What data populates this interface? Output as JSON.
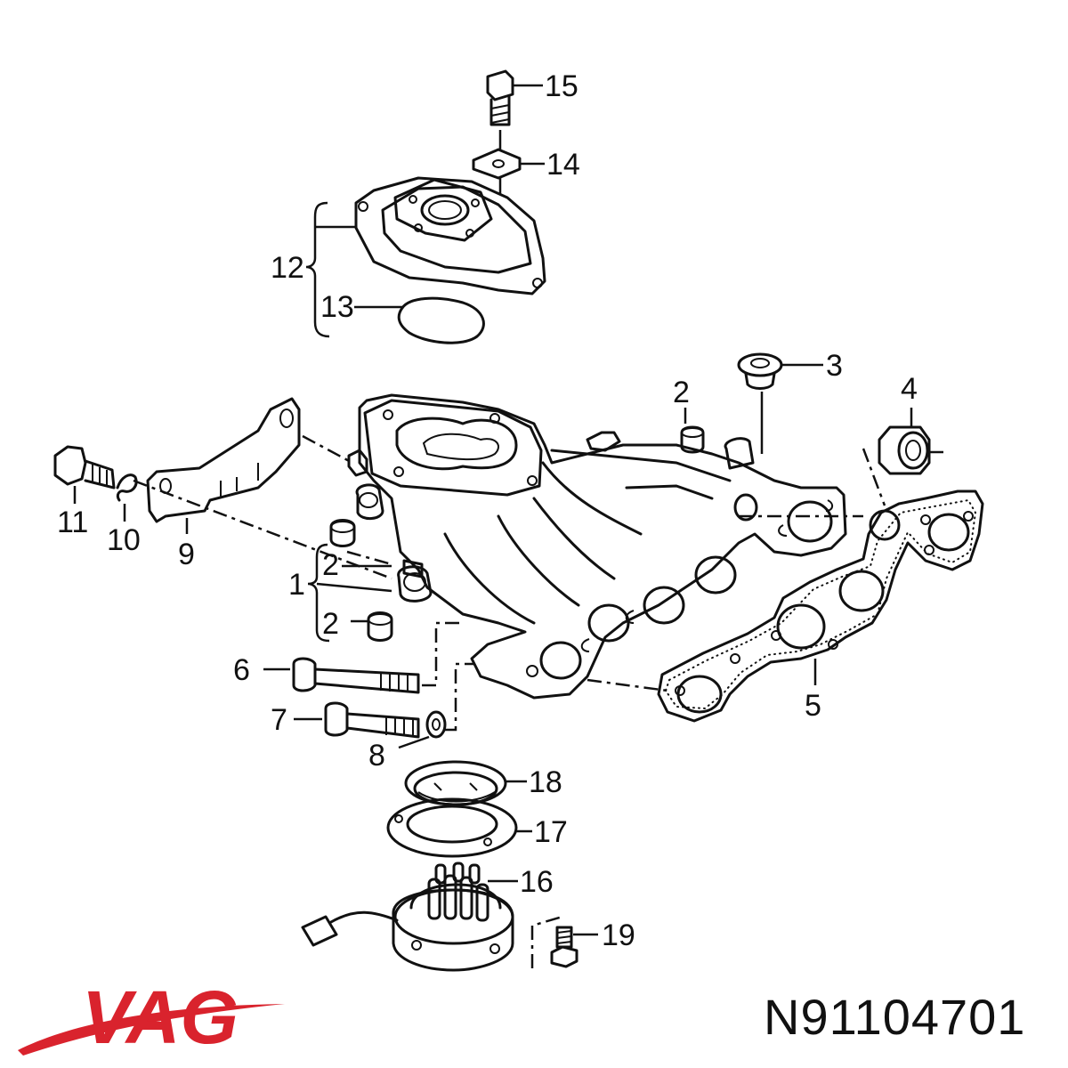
{
  "diagram": {
    "callouts": [
      {
        "id": "15",
        "label": "15"
      },
      {
        "id": "14",
        "label": "14"
      },
      {
        "id": "12",
        "label": "12"
      },
      {
        "id": "13",
        "label": "13"
      },
      {
        "id": "3",
        "label": "3"
      },
      {
        "id": "2a",
        "label": "2"
      },
      {
        "id": "4",
        "label": "4"
      },
      {
        "id": "11",
        "label": "11"
      },
      {
        "id": "10",
        "label": "10"
      },
      {
        "id": "9",
        "label": "9"
      },
      {
        "id": "2b",
        "label": "2"
      },
      {
        "id": "1",
        "label": "1"
      },
      {
        "id": "2c",
        "label": "2"
      },
      {
        "id": "6",
        "label": "6"
      },
      {
        "id": "7",
        "label": "7"
      },
      {
        "id": "8",
        "label": "8"
      },
      {
        "id": "5",
        "label": "5"
      },
      {
        "id": "18",
        "label": "18"
      },
      {
        "id": "17",
        "label": "17"
      },
      {
        "id": "16",
        "label": "16"
      },
      {
        "id": "19",
        "label": "19"
      }
    ]
  },
  "brand": {
    "logo_text": "VAG",
    "logo_color": "#d9232d",
    "swoosh_color": "#d9232d"
  },
  "part_number": "N91104701"
}
